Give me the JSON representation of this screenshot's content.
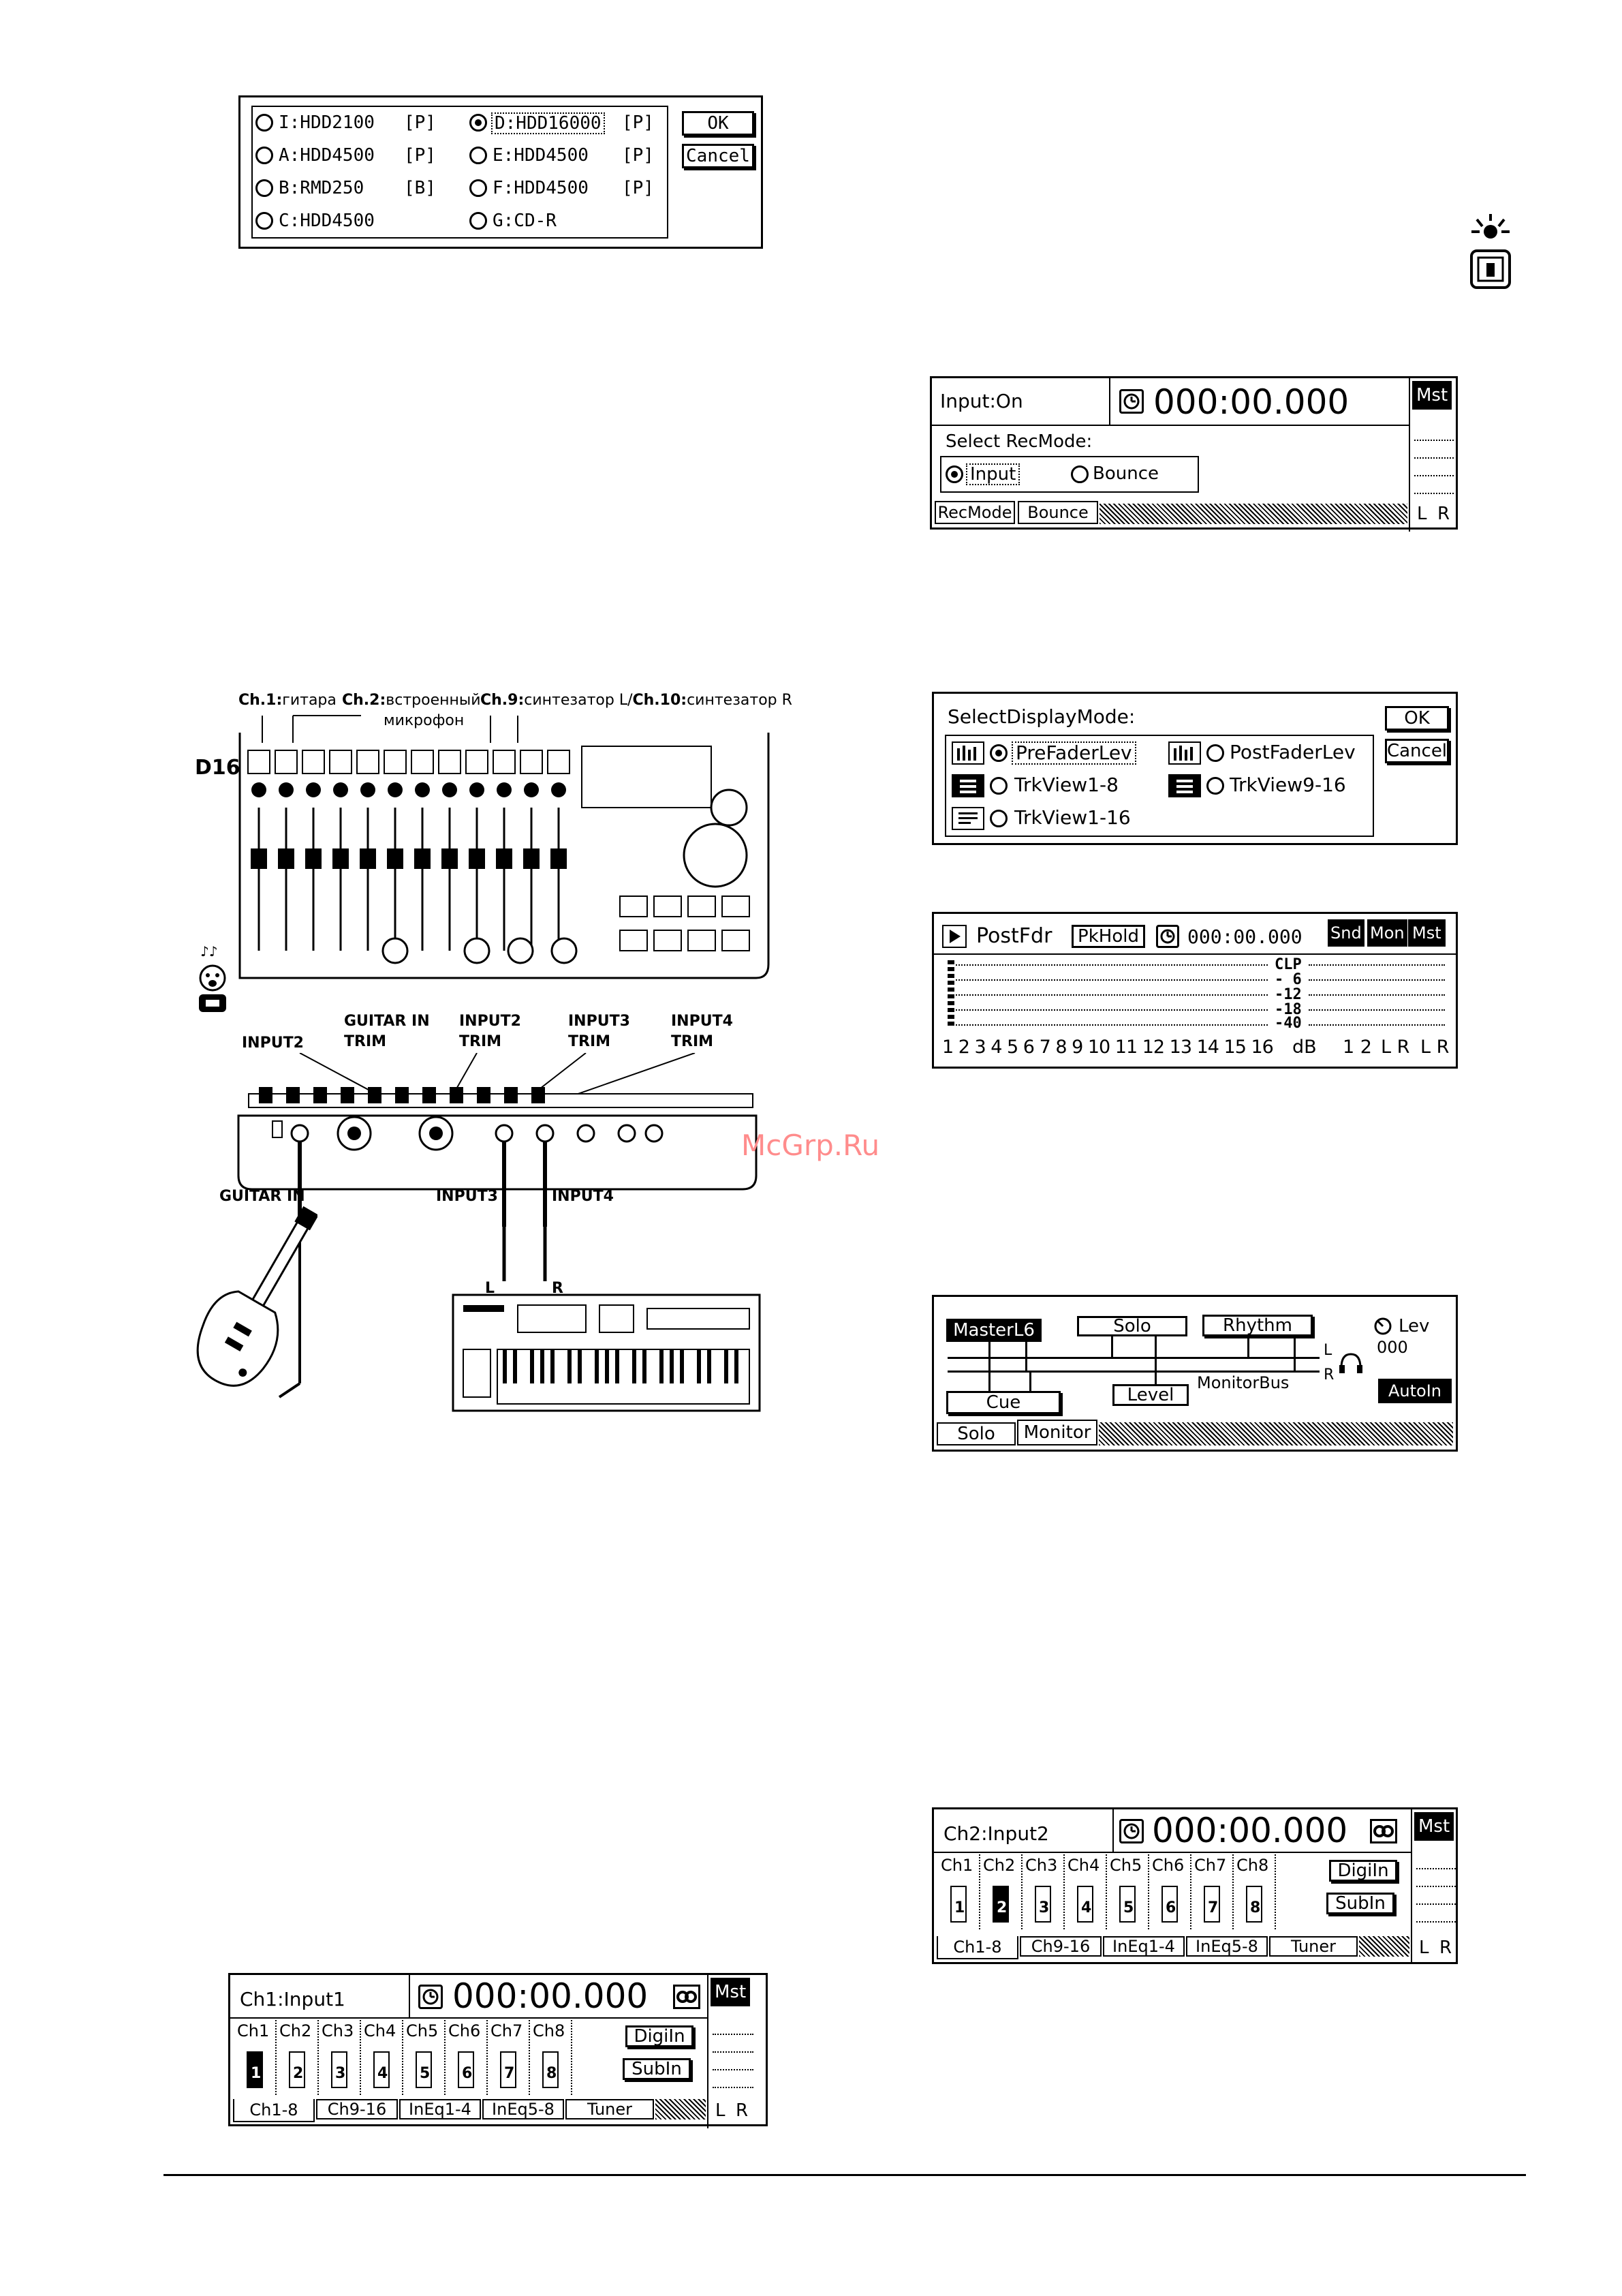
{
  "disk_dialog": {
    "options": [
      {
        "label": "I:HDD2100",
        "tag": "[P]"
      },
      {
        "label": "A:HDD4500",
        "tag": "[P]"
      },
      {
        "label": "B:RMD250",
        "tag": "[B]"
      },
      {
        "label": "C:HDD4500",
        "tag": ""
      },
      {
        "label": "D:HDD16000",
        "tag": "[P]"
      },
      {
        "label": "E:HDD4500",
        "tag": "[P]"
      },
      {
        "label": "F:HDD4500",
        "tag": "[P]"
      },
      {
        "label": "G:CD-R",
        "tag": ""
      }
    ],
    "ok": "OK",
    "cancel": "Cancel"
  },
  "rec_mode": {
    "title": "Input:On",
    "time": "000:00.000",
    "mst": "Mst",
    "prompt": "Select RecMode:",
    "opt_input": "Input",
    "opt_bounce": "Bounce",
    "tab1": "RecMode",
    "tab2": "Bounce",
    "l": "L",
    "r": "R"
  },
  "display_mode": {
    "title": "SelectDisplayMode:",
    "ok": "OK",
    "cancel": "Cancel",
    "opt1": "PreFaderLev",
    "opt2": "PostFaderLev",
    "opt3": "TrkView1-8",
    "opt4": "TrkView9-16",
    "opt5": "TrkView1-16"
  },
  "meter": {
    "mode": "PostFdr",
    "pkhold": "PkHold",
    "time": "000:00.000",
    "snd": "Snd",
    "mon": "Mon",
    "mst": "Mst",
    "levels": [
      "CLP",
      "- 6",
      "-12",
      "-18",
      "-40"
    ],
    "channels": "1 2 3 4 5 6 7 8 9 10 11 12 13 14 15 16",
    "db": "dB",
    "ch12": "1 2",
    "lr1": "L R",
    "lr2": "L R"
  },
  "monitor": {
    "master": "MasterL6",
    "solo": "Solo",
    "rhythm": "Rhythm",
    "lev": "Lev",
    "lev_val": "000",
    "l": "L",
    "r": "R",
    "monitor_bus": "MonitorBus",
    "level": "Level",
    "cue": "Cue",
    "autoin": "AutoIn",
    "tab1": "Solo",
    "tab2": "Monitor"
  },
  "figure": {
    "ch1": "Ch.1:",
    "ch1_desc": "гитара",
    "ch2": "Ch.2:",
    "ch2_desc": "встроенный",
    "ch2_desc2": "микрофон",
    "ch9": "Ch.9:",
    "ch9_desc": "синтезатор L/",
    "ch10": "Ch.10:",
    "ch10_desc": "синтезатор R",
    "d16": "D16",
    "input2": "INPUT2",
    "guitar_in_trim": "GUITAR IN",
    "input2_trim": "INPUT2",
    "input3_trim": "INPUT3",
    "input4_trim": "INPUT4",
    "trim": "TRIM",
    "guitar_in": "GUITAR IN",
    "input3": "INPUT3",
    "input4": "INPUT4",
    "l": "L",
    "r": "R"
  },
  "watermark": "McGrp.Ru",
  "ch_screen2": {
    "title": "Ch2:Input2",
    "time": "000:00.000",
    "mst": "Mst",
    "channels": [
      "Ch1",
      "Ch2",
      "Ch3",
      "Ch4",
      "Ch5",
      "Ch6",
      "Ch7",
      "Ch8"
    ],
    "faders": [
      "1",
      "2",
      "3",
      "4",
      "5",
      "6",
      "7",
      "8"
    ],
    "digiin": "DigiIn",
    "subin": "SubIn",
    "tabs": [
      "Ch1-8",
      "Ch9-16",
      "InEq1-4",
      "InEq5-8",
      "Tuner"
    ],
    "l": "L",
    "r": "R"
  },
  "ch_screen1": {
    "title": "Ch1:Input1",
    "time": "000:00.000",
    "mst": "Mst",
    "channels": [
      "Ch1",
      "Ch2",
      "Ch3",
      "Ch4",
      "Ch5",
      "Ch6",
      "Ch7",
      "Ch8"
    ],
    "faders": [
      "1",
      "2",
      "3",
      "4",
      "5",
      "6",
      "7",
      "8"
    ],
    "digiin": "DigiIn",
    "subin": "SubIn",
    "tabs": [
      "Ch1-8",
      "Ch9-16",
      "InEq1-4",
      "InEq5-8",
      "Tuner"
    ],
    "l": "L",
    "r": "R"
  }
}
